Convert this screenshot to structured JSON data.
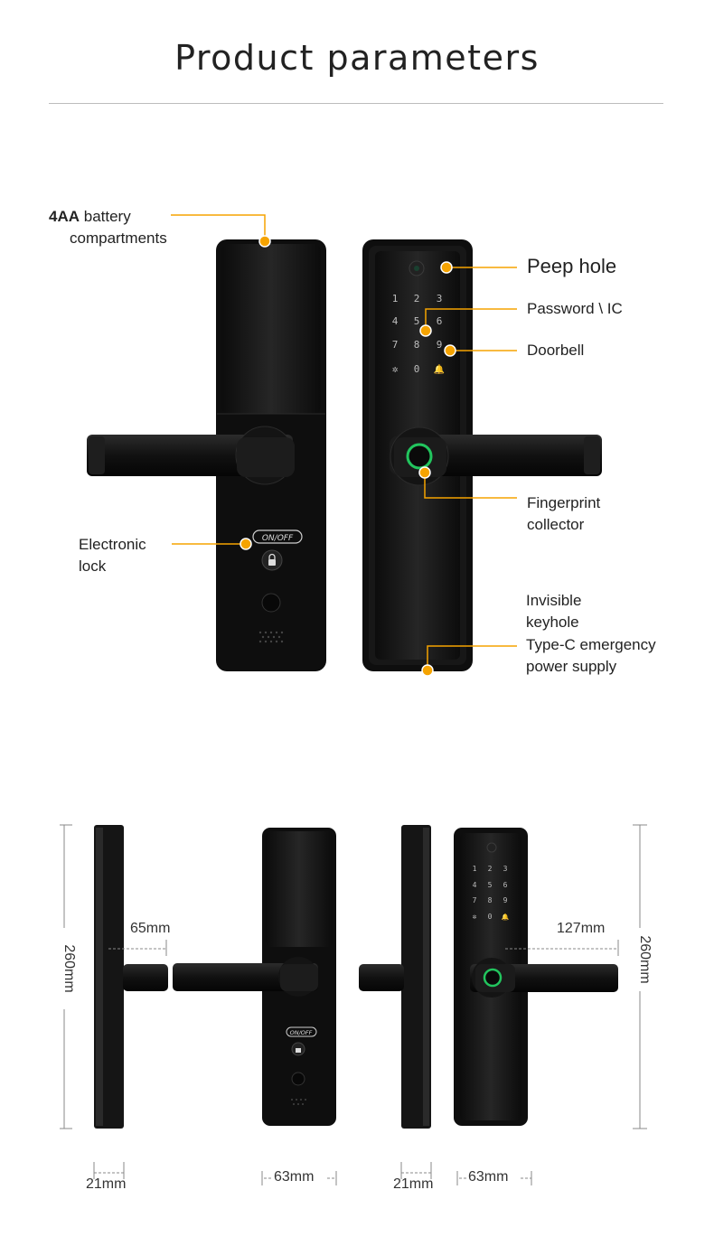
{
  "title": "Product parameters",
  "colors": {
    "accent": "#f5a300",
    "lock_body": "#141414",
    "fingerprint_ring": "#22c55e"
  },
  "callouts": {
    "battery_bold": "4AA",
    "battery_rest": " battery",
    "battery_line2": "compartments",
    "peep_hole": "Peep hole",
    "password": "Password \\ IC",
    "doorbell": "Doorbell",
    "fingerprint_line1": "Fingerprint",
    "fingerprint_line2": "collector",
    "electronic_line1": "Electronic",
    "electronic_line2": "lock",
    "invisible_line1": "Invisible",
    "invisible_line2": "keyhole",
    "typec_line1": "Type-C emergency",
    "typec_line2": "power supply"
  },
  "lock_labels": {
    "onoff": "ON/OFF"
  },
  "keypad": [
    "1",
    "2",
    "3",
    "4",
    "5",
    "6",
    "7",
    "8",
    "9",
    "✲",
    "0",
    "🔔"
  ],
  "dimensions": {
    "height_left": "260mm",
    "height_right": "260mm",
    "handle_back": "65mm",
    "handle_front": "127mm",
    "depth_left": "21mm",
    "width_back": "63mm",
    "depth_right": "21mm",
    "width_front": "63mm"
  }
}
